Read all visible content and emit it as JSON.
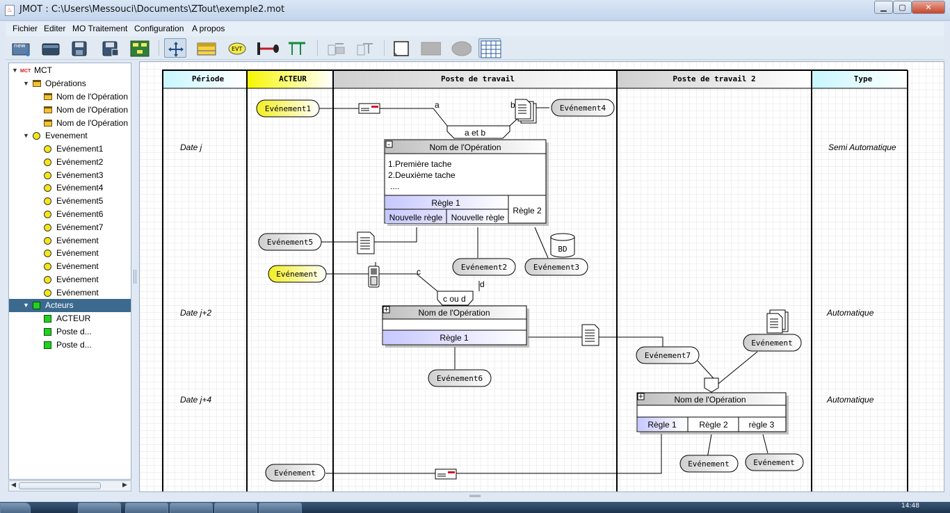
{
  "window": {
    "title": "JMOT : C:\\Users\\Messouci\\Documents\\ZTout\\exemple2.mot",
    "app_icon": "java-cup-icon"
  },
  "menu": [
    "Fichier",
    "Editer",
    "MO Traitement",
    "Configuration",
    "A propos"
  ],
  "toolbar": {
    "new_label": "new",
    "evt_label": "EVT",
    "icons": [
      "new-file-icon",
      "open-folder-icon",
      "save-icon",
      "save-as-icon",
      "model-icon",
      "select-move-icon",
      "operation-tool-icon",
      "event-tool-icon",
      "link-tool-icon",
      "sync-tool-icon",
      "export-left-icon",
      "export-right-icon",
      "rect-note-icon",
      "gray-rect-icon",
      "ellipse-icon",
      "grid-toggle-icon"
    ]
  },
  "tree": {
    "root": "MCT",
    "root_badge": "MCT",
    "operations_label": "Opérations",
    "operations": [
      "Nom de l'Opération",
      "Nom de l'Opération",
      "Nom de l'Opération"
    ],
    "evenement_label": "Evenement",
    "evenements": [
      "Evénement1",
      "Evénement2",
      "Evénement3",
      "Evénement4",
      "Evénement5",
      "Evénement6",
      "Evénement7",
      "Evénement",
      "Evénement",
      "Evénement",
      "Evénement",
      "Evénement"
    ],
    "acteurs_label": "Acteurs",
    "acteurs": [
      "ACTEUR",
      "Poste d...",
      "Poste d..."
    ]
  },
  "diagram": {
    "columns": [
      "Période",
      "ACTEUR",
      "Poste de travail",
      "Poste de travail 2",
      "Type"
    ],
    "periods": [
      "Date j",
      "Date j+2",
      "Date j+4"
    ],
    "types": [
      "Semi Automatique",
      "Automatique",
      "Automatique"
    ],
    "events": {
      "e1": "Evénement1",
      "e2": "Evénement2",
      "e3": "Evénement3",
      "e4": "Evénement4",
      "e5": "Evénement5",
      "e6": "Evénement6",
      "e7": "Evénement7",
      "ea": "Evénement",
      "eb": "Evénement",
      "ec": "Evénement",
      "ed": "Evénement",
      "ee": "Evénement"
    },
    "sync": {
      "s1": "a et b",
      "s2": "c ou d",
      "s3": ""
    },
    "link_labels": {
      "a": "a",
      "b": "b",
      "c": "c",
      "d": "d"
    },
    "op1": {
      "toggle": "-",
      "title": "Nom de l'Opération",
      "tasks": [
        "1.Première tache",
        "2.Deuxième tache",
        "...."
      ],
      "rule1": "Règle 1",
      "rule2": "Règle 2",
      "sub1": "Nouvelle règle",
      "sub2": "Nouvelle règle"
    },
    "op2": {
      "toggle": "+",
      "title": "Nom de l'Opération",
      "rule": "Règle 1"
    },
    "op3": {
      "toggle": "+",
      "title": "Nom de l'Opération",
      "rules": [
        "Règle 1",
        "Règle 2",
        "règle 3"
      ]
    },
    "db": "BD"
  },
  "taskbar": {
    "clock": "14:48"
  }
}
